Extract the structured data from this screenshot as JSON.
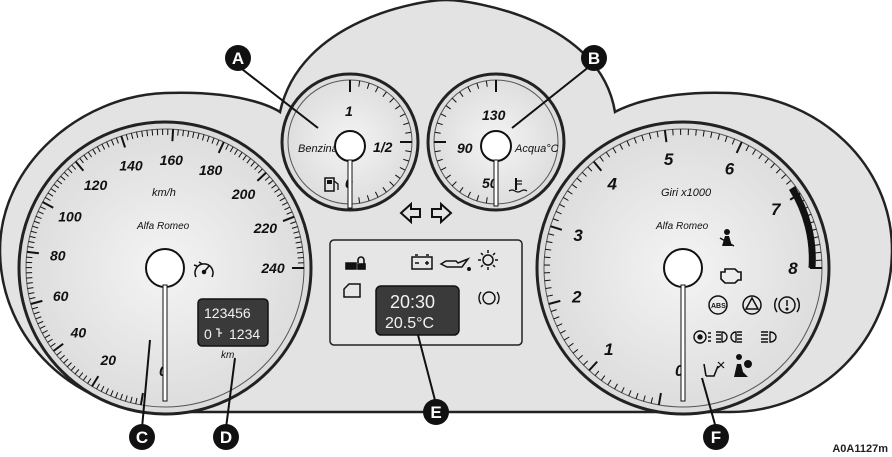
{
  "callouts": [
    "A",
    "B",
    "C",
    "D",
    "E",
    "F"
  ],
  "fuel": {
    "label": "Benzina",
    "marks": [
      "1",
      "1/2",
      "0"
    ],
    "icon": "fuel-pump-icon"
  },
  "water": {
    "label": "Acqua°C",
    "marks": [
      "130",
      "90",
      "50"
    ],
    "icon": "coolant-temp-icon"
  },
  "speedo": {
    "unit": "km/h",
    "brand": "Alfa Romeo",
    "numbers": [
      "20",
      "40",
      "60",
      "80",
      "100",
      "120",
      "140",
      "160",
      "180",
      "200",
      "220",
      "240"
    ],
    "zero": "0",
    "icon": "cruise-control-icon"
  },
  "odometer": {
    "total": "123456",
    "trip": "1234",
    "trip_prefix": "0",
    "unit": "km"
  },
  "center_display": {
    "time": "20:30",
    "temperature": "20.5°C"
  },
  "tacho": {
    "label": "Giri x1000",
    "brand": "Alfa Romeo",
    "numbers": [
      "0",
      "1",
      "2",
      "3",
      "4",
      "5",
      "6",
      "7",
      "8"
    ]
  },
  "warning_icons": [
    "door-open-icon",
    "battery-icon",
    "oil-pressure-icon",
    "bulb-failure-icon",
    "boot-open-icon",
    "brake-pad-icon",
    "seatbelt-icon",
    "engine-check-icon",
    "abs-icon",
    "hazard-warning-icon",
    "general-warning-icon",
    "tyre-pressure-icon",
    "fog-lights-icon",
    "high-beam-icon",
    "seat-heating-icon",
    "airbag-icon",
    "turn-indicators-icon"
  ],
  "figure_code": "A0A1127m"
}
